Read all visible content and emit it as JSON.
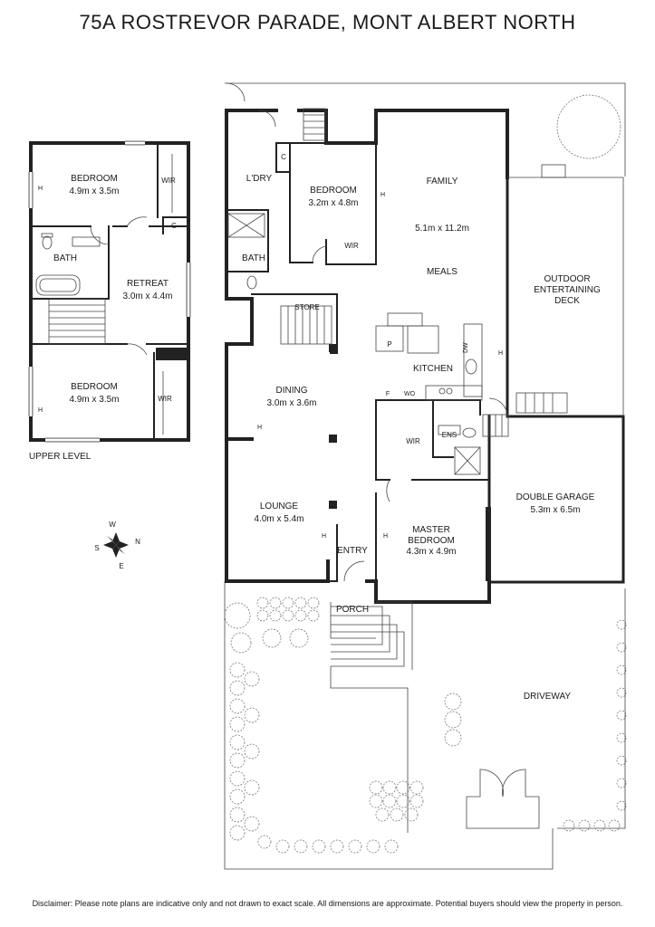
{
  "title": "75A ROSTREVOR PARADE, MONT ALBERT NORTH",
  "disclaimer": "Disclaimer: Please note plans are indicative only and not drawn to exact scale. All dimensions are approximate. Potential buyers should view the property in person.",
  "upper_level": {
    "level_label": "UPPER LEVEL",
    "bedroom1": {
      "name": "BEDROOM",
      "size": "4.9m x 3.5m"
    },
    "wir1": "WIR",
    "cupboard": "C",
    "bath": "BATH",
    "retreat": {
      "name": "RETREAT",
      "size": "3.0m x 4.4m"
    },
    "bedroom2": {
      "name": "BEDROOM",
      "size": "4.9m x 3.5m"
    },
    "wir2": "WIR"
  },
  "ground_level": {
    "laundry": "L'DRY",
    "cupboard": "C",
    "bath": "BATH",
    "bedroom": {
      "name": "BEDROOM",
      "size": "3.2m x 4.8m"
    },
    "bedroom_wir": "WIR",
    "store": "STORE",
    "family": {
      "name": "FAMILY",
      "size": "5.1m x 11.2m"
    },
    "meals": "MEALS",
    "kitchen": "KITCHEN",
    "pantry": "P",
    "dw": "DW",
    "fridge": "F",
    "wall_oven": "WO",
    "outdoor": [
      "OUTDOOR",
      "ENTERTAINING",
      "DECK"
    ],
    "dining": {
      "name": "DINING",
      "size": "3.0m x 3.6m"
    },
    "lounge": {
      "name": "LOUNGE",
      "size": "4.0m x 5.4m"
    },
    "entry": "ENTRY",
    "porch": "PORCH",
    "master_wir": "WIR",
    "ens": "ENS",
    "master": {
      "name1": "MASTER",
      "name2": "BEDROOM",
      "size": "4.3m x 4.9m"
    },
    "garage": {
      "name": "DOUBLE GARAGE",
      "size": "5.3m x 6.5m"
    },
    "driveway": "DRIVEWAY",
    "heater": "H"
  },
  "compass": {
    "w": "W",
    "s": "S",
    "n": "N",
    "e": "E"
  }
}
